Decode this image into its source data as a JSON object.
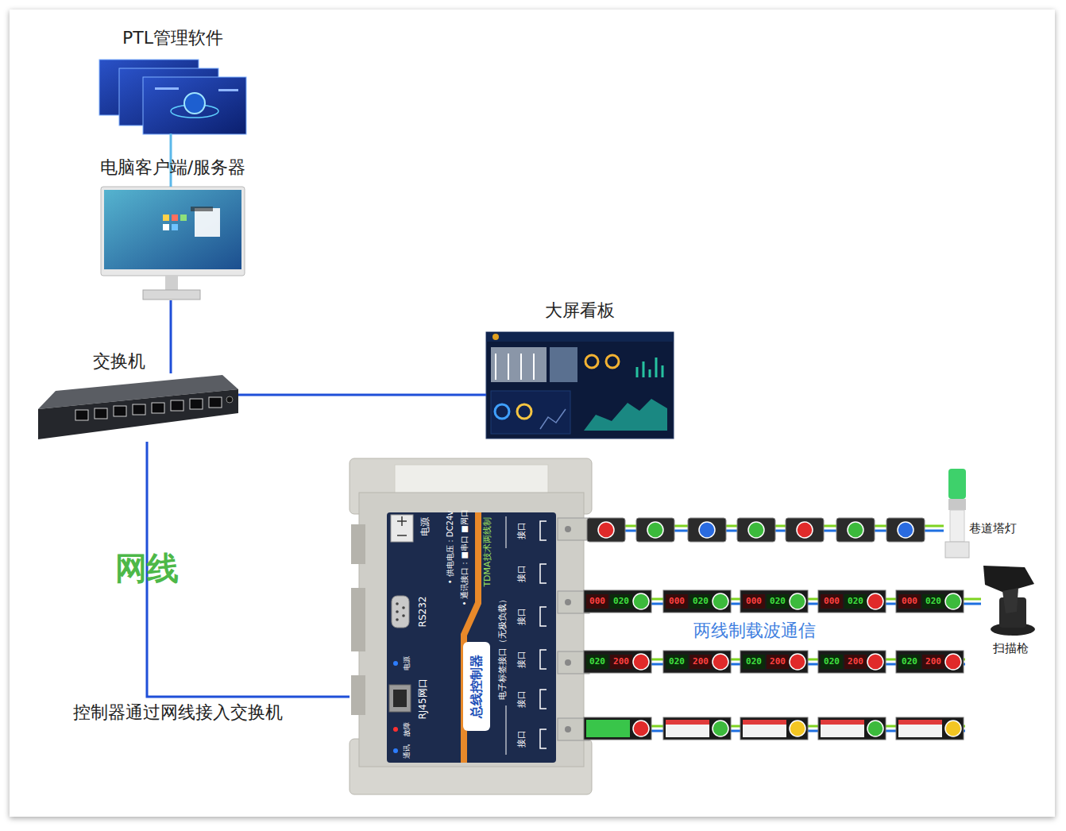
{
  "diagram": {
    "nodes": [
      {
        "text": [
          "PTL管理软件"
        ]
      },
      {
        "text": [
          "电脑客户端/服务器"
        ]
      },
      {
        "text": [
          "大屏看板"
        ]
      },
      {
        "text": [
          "交换机"
        ]
      },
      {
        "text": [
          "总线控制器",
          "电源",
          "• 供电电压：DC24v",
          "• 通讯接口：■串口 ■网口",
          "TDMA技术两线制",
          "电子标签接口（无极负载）",
          "RS232",
          "RJ45网口",
          "电源",
          "故障",
          "通讯",
          "接口",
          "接口",
          "接口",
          "接口",
          "接口",
          "接口"
        ]
      },
      {
        "text": [
          "巷道塔灯"
        ]
      },
      {
        "text": [
          "扫描枪"
        ]
      }
    ],
    "edges": [
      {
        "from": 0,
        "to": 1,
        "arrow": "none"
      },
      {
        "from": 1,
        "to": 3,
        "arrow": "none"
      },
      {
        "from": 3,
        "to": 2,
        "arrow": "none"
      },
      {
        "from": 3,
        "to": 4,
        "label": "网线",
        "arrow": "none"
      },
      {
        "from": 4,
        "to": 5,
        "arrow": "none"
      },
      {
        "from": 4,
        "to": 6,
        "arrow": "none"
      }
    ],
    "labels": [
      "控制器通过网线接入交换机",
      "两线制载波通信",
      "000",
      "020",
      "000",
      "020",
      "000",
      "020",
      "000",
      "020",
      "000",
      "020",
      "020",
      "200",
      "020",
      "200",
      "020",
      "200",
      "020",
      "200",
      "020",
      "200"
    ]
  }
}
